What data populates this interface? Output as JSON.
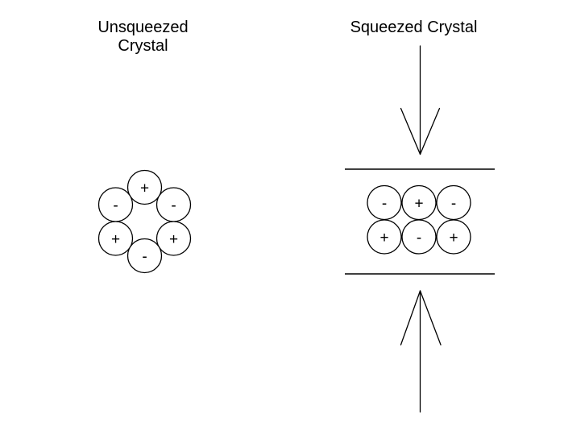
{
  "colors": {
    "background": "#ffffff",
    "line": "#000000",
    "text": "#000000"
  },
  "left_panel": {
    "title_line1": "Unsqueezed",
    "title_line2": "Crystal",
    "ions": [
      {
        "sign": "+",
        "position": "top"
      },
      {
        "sign": "-",
        "position": "upper-left"
      },
      {
        "sign": "-",
        "position": "upper-right"
      },
      {
        "sign": "+",
        "position": "lower-left"
      },
      {
        "sign": "+",
        "position": "lower-right"
      },
      {
        "sign": "-",
        "position": "bottom"
      }
    ]
  },
  "right_panel": {
    "title": "Squeezed Crystal",
    "rows": [
      {
        "signs": [
          "-",
          "+",
          "-"
        ]
      },
      {
        "signs": [
          "+",
          "-",
          "+"
        ]
      }
    ]
  }
}
